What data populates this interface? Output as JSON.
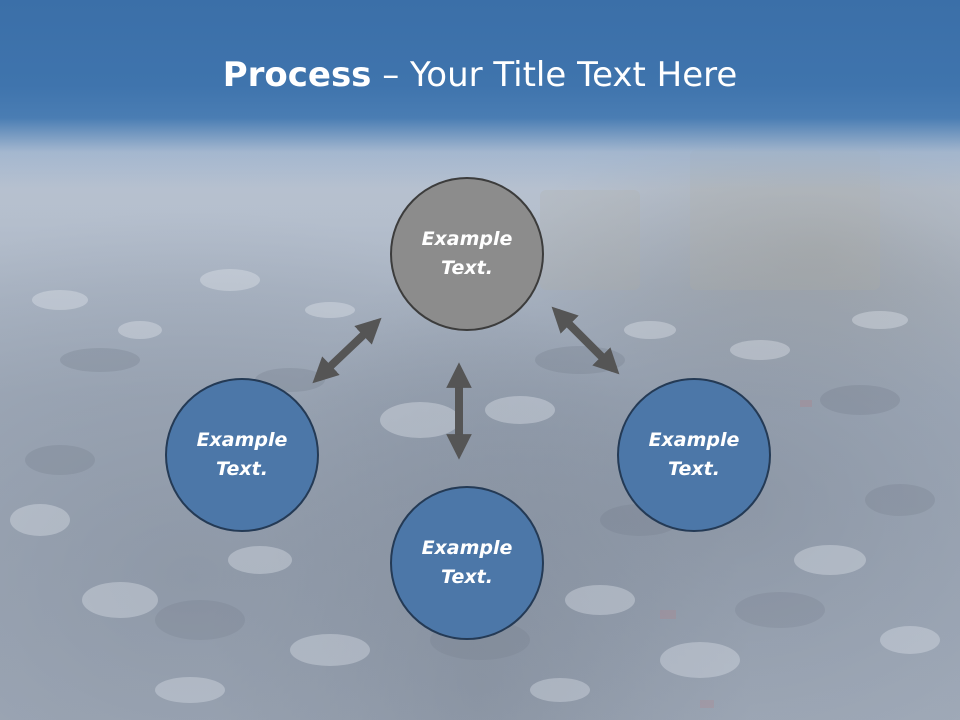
{
  "slide": {
    "title_bold": "Process",
    "title_rest": " – Your Title Text Here"
  },
  "nodes": {
    "top": {
      "line1": "Example",
      "line2": "Text."
    },
    "left": {
      "line1": "Example",
      "line2": "Text."
    },
    "right": {
      "line1": "Example",
      "line2": "Text."
    },
    "bottom": {
      "line1": "Example",
      "line2": "Text."
    }
  },
  "colors": {
    "header": "#3f74ad",
    "node_blue": "#4c77a8",
    "node_gray": "#8c8c8c",
    "arrow": "#555555"
  },
  "icons": {
    "arrows": "double-headed-arrow"
  }
}
